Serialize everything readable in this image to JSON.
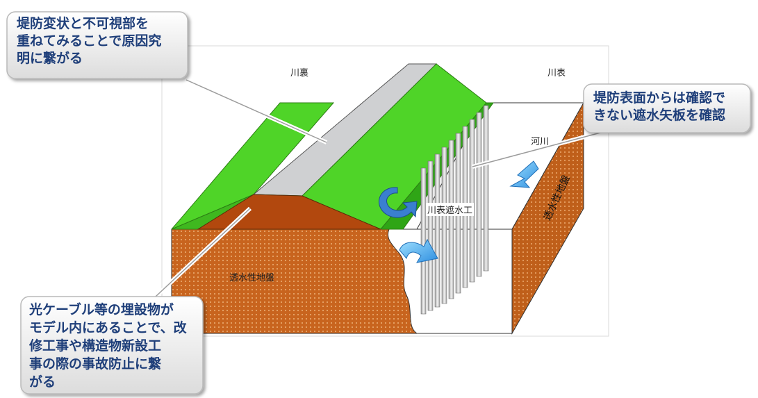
{
  "labels": {
    "land_side": "川裏",
    "river_side": "川表",
    "river": "河川",
    "sheet_pile_work": "川表遮水工",
    "permeable_ground_front": "透水性地盤",
    "permeable_ground_side": "透水性地盤"
  },
  "callouts": {
    "top_left": [
      "堤防変状と不可視部を",
      "重ねてみることで原因究",
      "明に繋がる"
    ],
    "right": [
      "堤防表面からは確認で",
      "きない遮水矢板を確認"
    ],
    "bottom_left": [
      "光ケーブル等の埋設物が",
      "モデル内にあることで、改",
      "修工事や構造物新設工",
      "事の際の事故防止に繋",
      "がる"
    ]
  },
  "colors": {
    "embankment_green": "#4fd428",
    "embankment_dark_green": "#2fa516",
    "crown_road": "#cfd0d2",
    "soil_orange": "#c8641e",
    "soil_side": "#bf5f1a",
    "flow_arrow": "#4aa8e8",
    "callout_text": "#1f3f7a"
  },
  "icons": {
    "flow_arrows": "water-flow-arrow",
    "circulation": "circular-arrow"
  }
}
